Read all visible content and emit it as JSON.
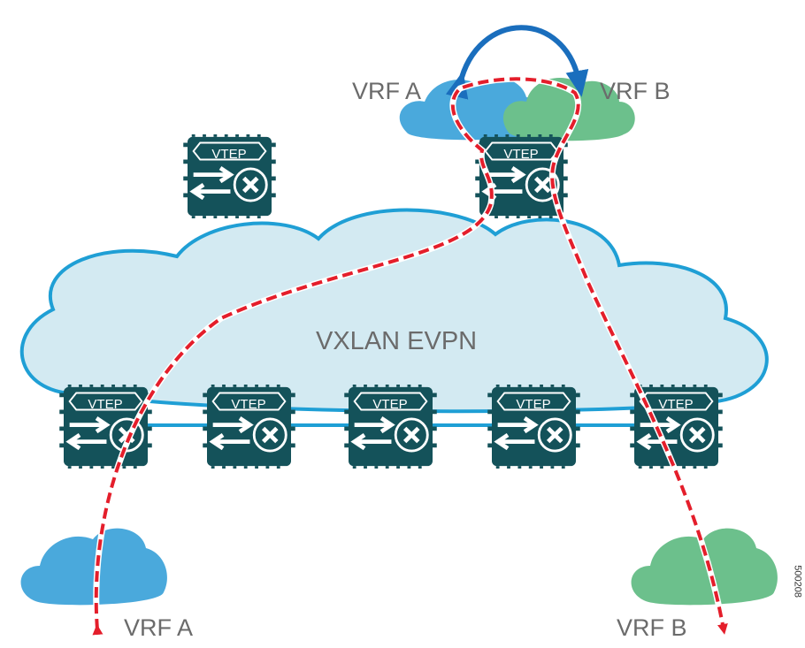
{
  "labels": {
    "vrf_a_top": "VRF A",
    "vrf_b_top": "VRF B",
    "fabric": "VXLAN EVPN",
    "vrf_a_bottom": "VRF A",
    "vrf_b_bottom": "VRF B",
    "doc_id": "500208"
  },
  "vtep_label": "VTEP",
  "vteps": [
    "VTEP",
    "VTEP",
    "VTEP",
    "VTEP",
    "VTEP",
    "VTEP",
    "VTEP"
  ],
  "colors": {
    "vtep_body": "#14525a",
    "fabric_fill": "#d3eaf2",
    "fabric_stroke": "#1f9fd5",
    "vrf_a": "#4aa9dc",
    "vrf_b": "#6cc08c",
    "path": "#e41e2b",
    "swap_arrow": "#1a6ebd"
  },
  "icons": [
    "router-switch-icon",
    "cloud-icon",
    "swap-arrow-icon"
  ]
}
